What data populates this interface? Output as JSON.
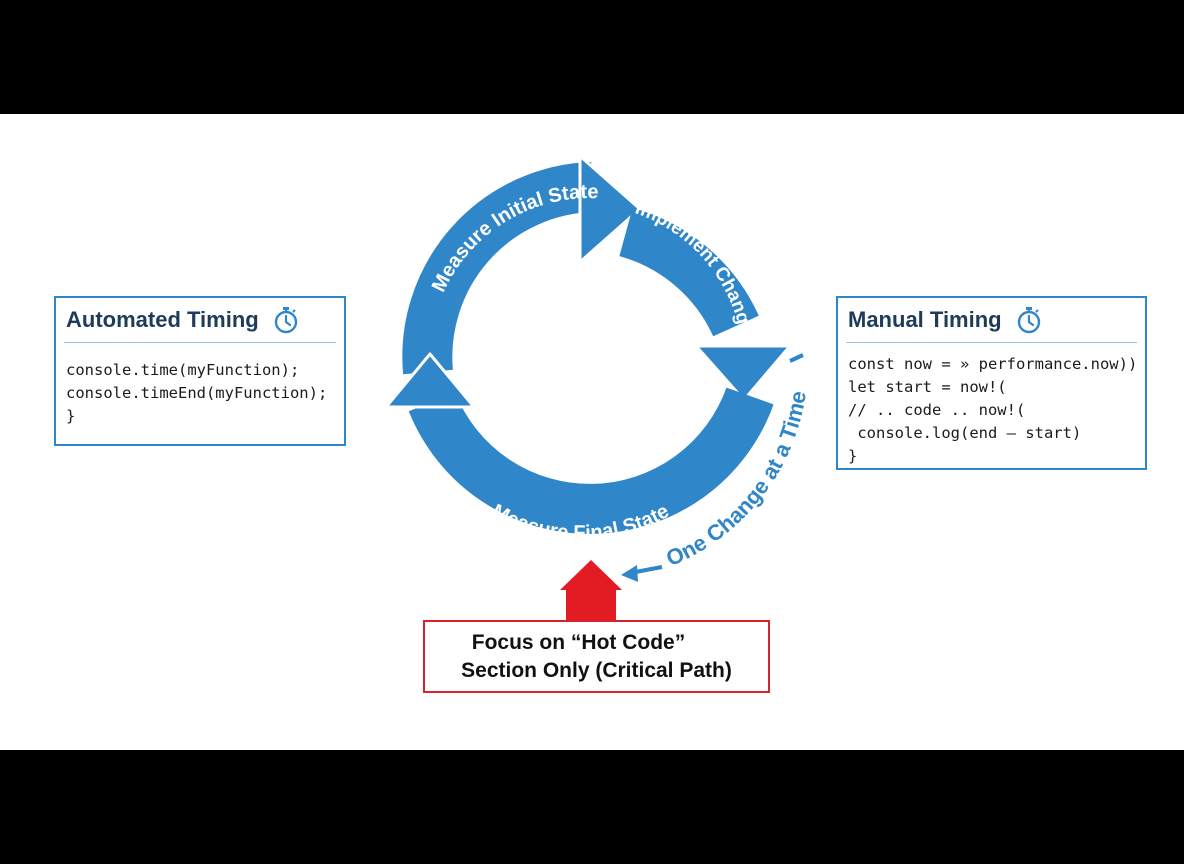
{
  "cycle": {
    "steps": [
      "Measure Initial State",
      "Implement Change",
      "Measure Final State"
    ],
    "note": "One Change at a Time"
  },
  "automated_timing": {
    "title": "Automated Timing",
    "icon": "stopwatch-icon",
    "code": [
      "console.time(myFunction);",
      "console.timeEnd(myFunction);",
      "}"
    ]
  },
  "manual_timing": {
    "title": "Manual Timing",
    "icon": "stopwatch-icon",
    "code": [
      "const now = » performance.now))",
      "let start = now!(",
      "// .. code .. now!(",
      " console.log(end – start)",
      "}"
    ]
  },
  "focus": {
    "line1": "Focus on “Hot Code”",
    "line2": "Section Only (Critical Path)"
  },
  "colors": {
    "cycle_blue": "#2f86c9",
    "panel_border": "#2f86c9",
    "title_navy": "#1f3b5a",
    "focus_red": "#d9232a"
  }
}
